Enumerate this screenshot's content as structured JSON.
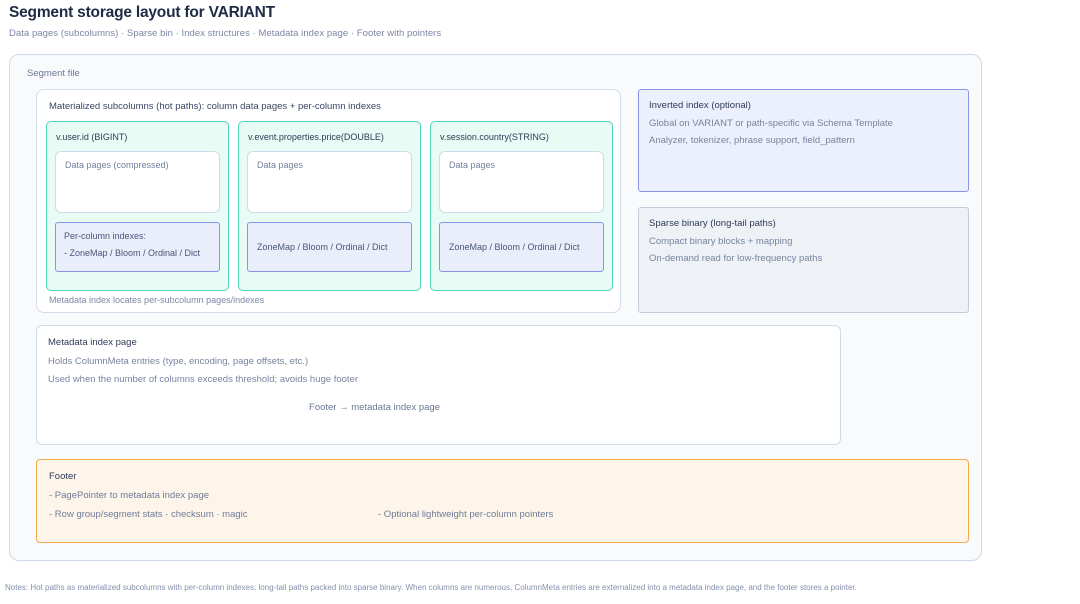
{
  "header": {
    "title": "Segment storage layout for VARIANT",
    "subtitle": "Data pages (subcolumns) · Sparse bin · Index structures · Metadata index page · Footer with pointers"
  },
  "segment_file": {
    "label": "Segment file"
  },
  "materialized": {
    "title": "Materialized subcolumns (hot paths): column data pages + per-column indexes",
    "caption": "Metadata index locates per-subcolumn pages/indexes",
    "columns": [
      {
        "name": "v.user.id (BIGINT)",
        "data_pages_label": "Data pages (compressed)",
        "index_lines": [
          "Per-column indexes:",
          "- ZoneMap / Bloom / Ordinal / Dict"
        ],
        "index_style": "multiline"
      },
      {
        "name": "v.event.properties.price(DOUBLE)",
        "data_pages_label": "Data pages",
        "index_lines": [
          "ZoneMap / Bloom / Ordinal / Dict"
        ],
        "index_style": "single"
      },
      {
        "name": "v.session.country(STRING)",
        "data_pages_label": "Data pages",
        "index_lines": [
          "ZoneMap / Bloom / Ordinal / Dict"
        ],
        "index_style": "single"
      }
    ]
  },
  "inverted_index": {
    "title": "Inverted index (optional)",
    "line_1": "Global on VARIANT or path-specific via Schema Template",
    "line_2": "Analyzer, tokenizer, phrase support, field_pattern"
  },
  "sparse_binary": {
    "title": "Sparse binary (long-tail paths)",
    "line_1": "Compact binary blocks + mapping",
    "line_2": "On-demand read for low-frequency paths"
  },
  "metadata_index": {
    "title": "Metadata index page",
    "line_1": "Holds ColumnMeta entries (type, encoding, page offsets, etc.)",
    "line_2": "Used when the number of columns exceeds threshold; avoids huge footer",
    "pointer_label": "Footer → metadata index page"
  },
  "footer": {
    "title": "Footer",
    "line_1": "- PagePointer to metadata index page",
    "line_2": "- Row group/segment stats · checksum · magic",
    "line_2b": "- Optional lightweight per-column pointers"
  },
  "notes": "Notes: Hot paths as materialized subcolumns with per-column indexes; long-tail paths packed into sparse binary. When columns are numerous, ColumnMeta entries are externalized into a metadata index page, and the footer stores a pointer.",
  "colors": {
    "teal_border": "#4fd6b8",
    "teal_fill": "#e9fbf5",
    "indigo_border": "#8b93e8",
    "indigo_fill": "#eaeefb",
    "orange_border": "#efa94a",
    "orange_fill": "#fef5ea",
    "panel_border": "#cfdbe8",
    "page_bg": "#f8fafc"
  }
}
